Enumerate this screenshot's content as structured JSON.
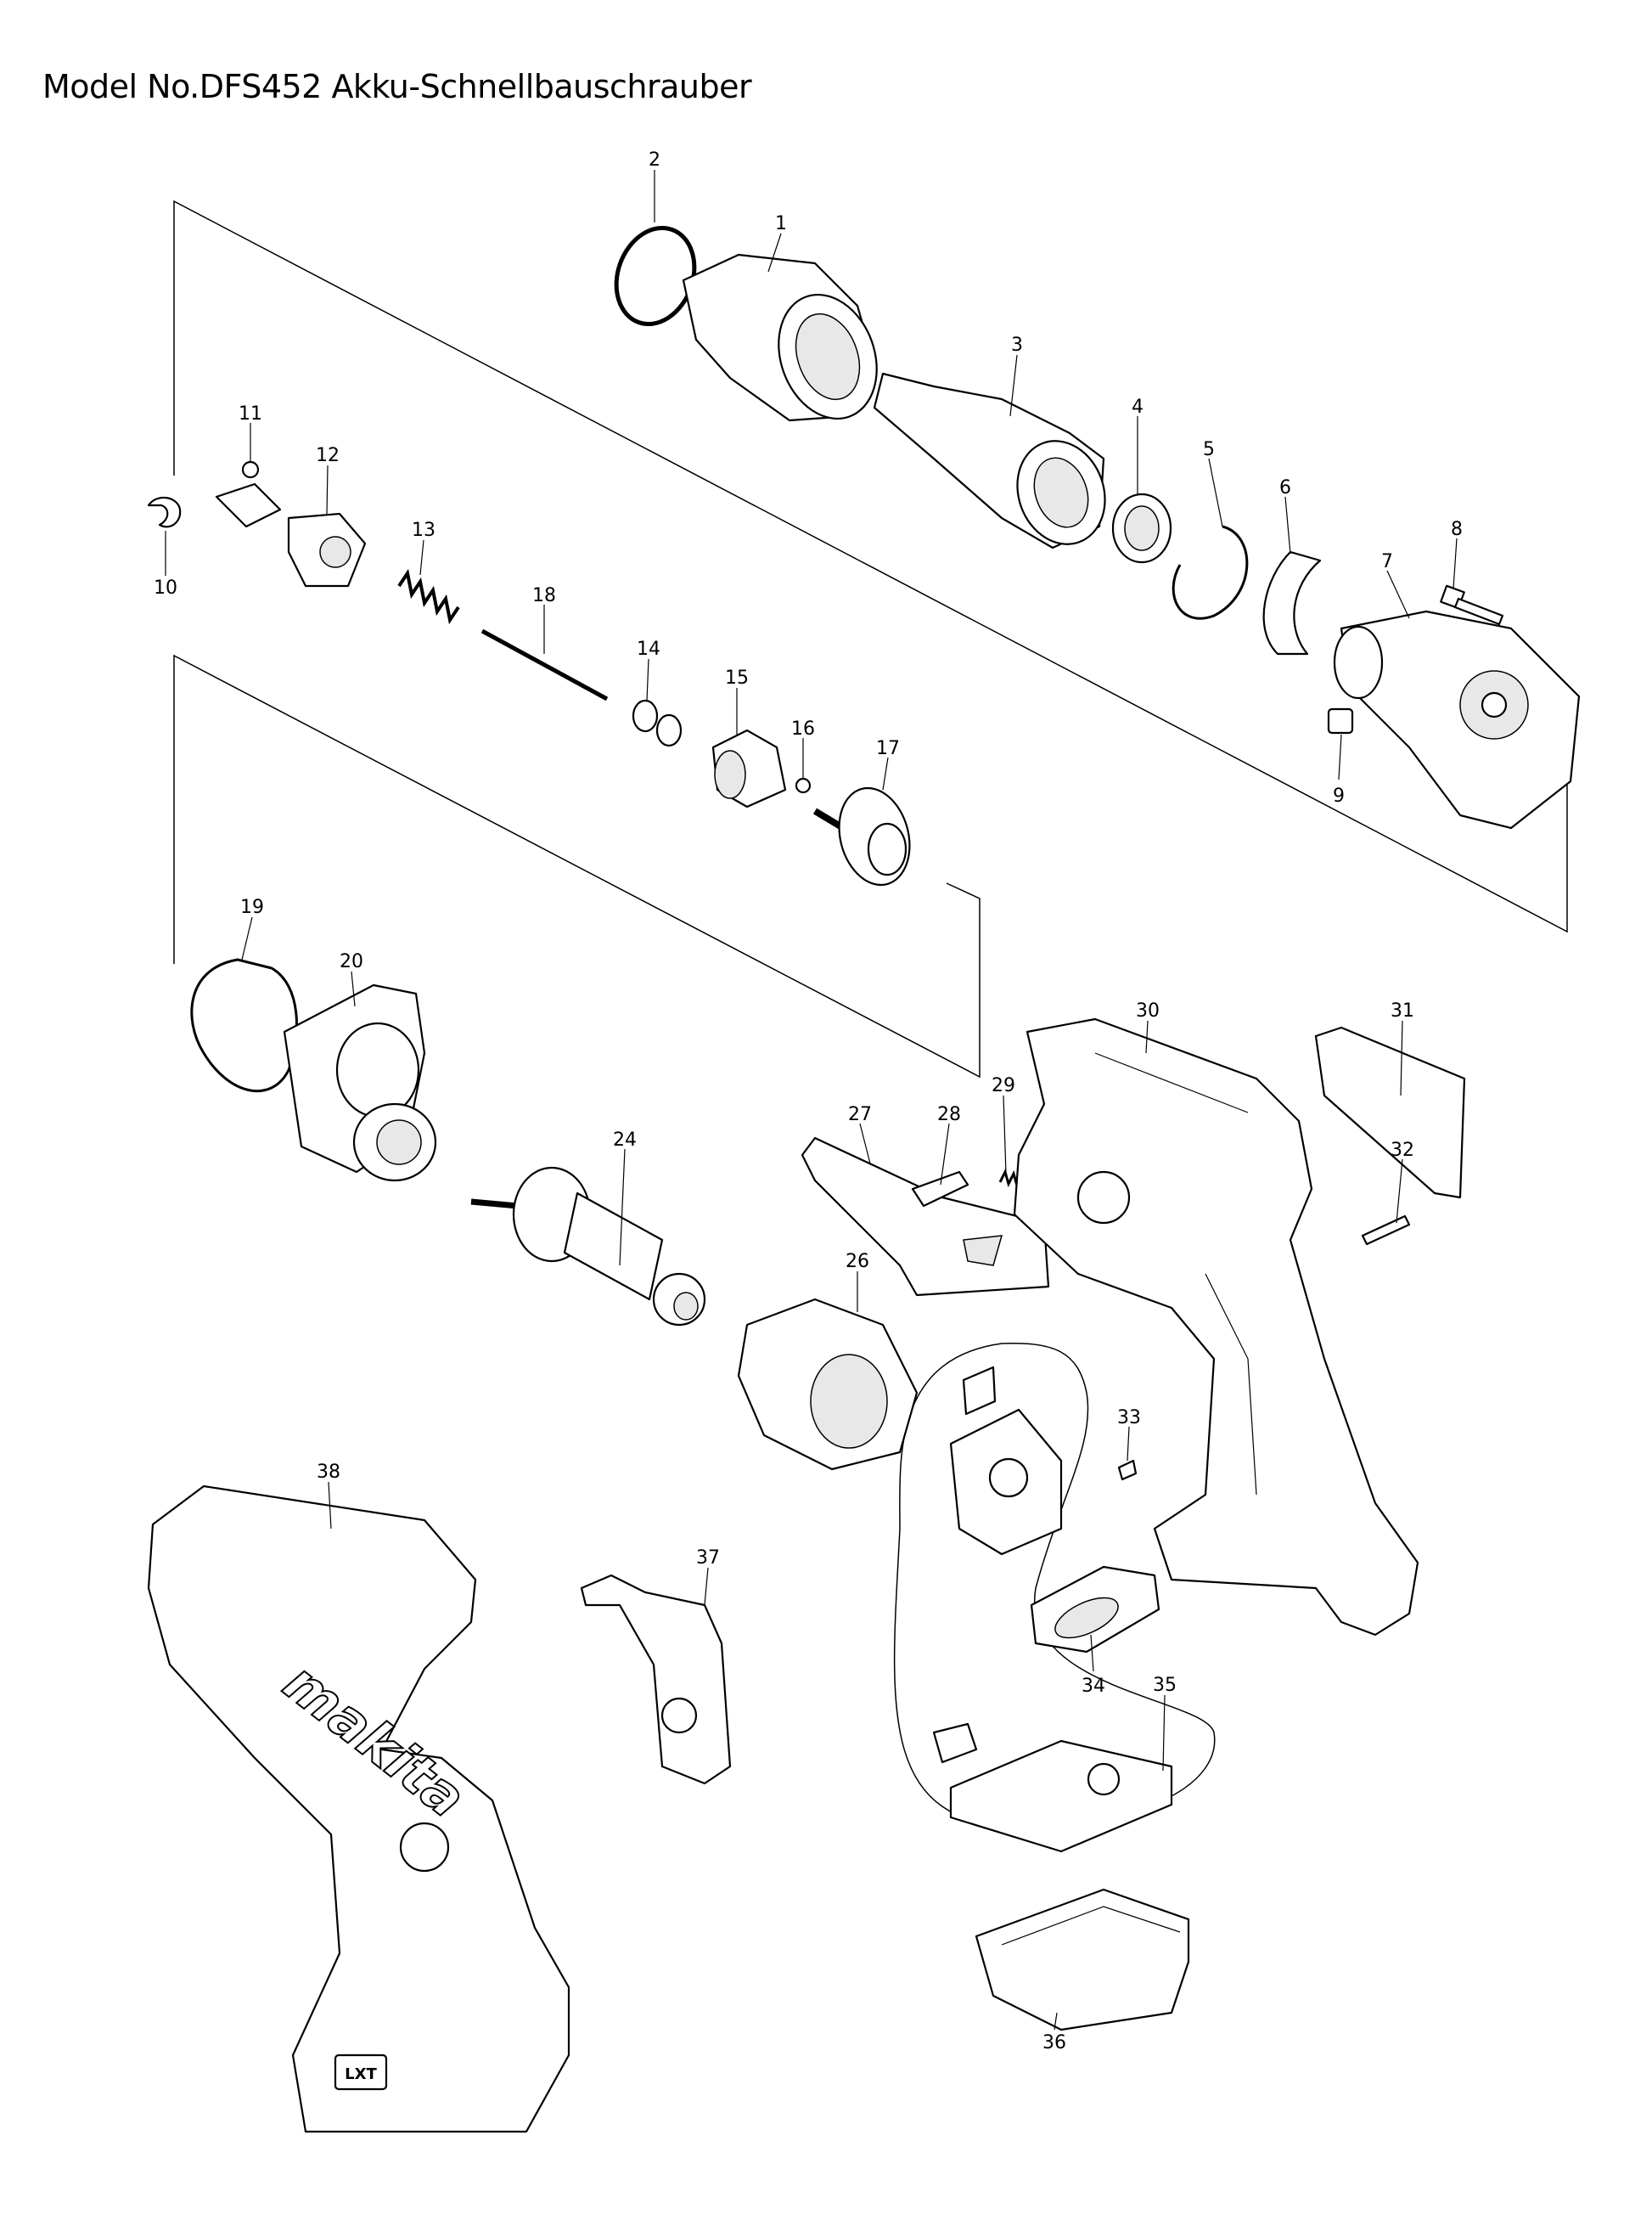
{
  "title": "Model No.DFS452 Akku-Schnellbauschrauber",
  "parts": [
    {
      "no": "1"
    },
    {
      "no": "2"
    },
    {
      "no": "3"
    },
    {
      "no": "4"
    },
    {
      "no": "5"
    },
    {
      "no": "6"
    },
    {
      "no": "7"
    },
    {
      "no": "8"
    },
    {
      "no": "9"
    },
    {
      "no": "10"
    },
    {
      "no": "11"
    },
    {
      "no": "12"
    },
    {
      "no": "13"
    },
    {
      "no": "14"
    },
    {
      "no": "15"
    },
    {
      "no": "16"
    },
    {
      "no": "17"
    },
    {
      "no": "18"
    },
    {
      "no": "19"
    },
    {
      "no": "20"
    },
    {
      "no": "24"
    },
    {
      "no": "26"
    },
    {
      "no": "27"
    },
    {
      "no": "28"
    },
    {
      "no": "29"
    },
    {
      "no": "30"
    },
    {
      "no": "31"
    },
    {
      "no": "32"
    },
    {
      "no": "33"
    },
    {
      "no": "34"
    },
    {
      "no": "35"
    },
    {
      "no": "36"
    },
    {
      "no": "37"
    },
    {
      "no": "38"
    }
  ],
  "logo_text": "makita",
  "badge_text": "LXT"
}
